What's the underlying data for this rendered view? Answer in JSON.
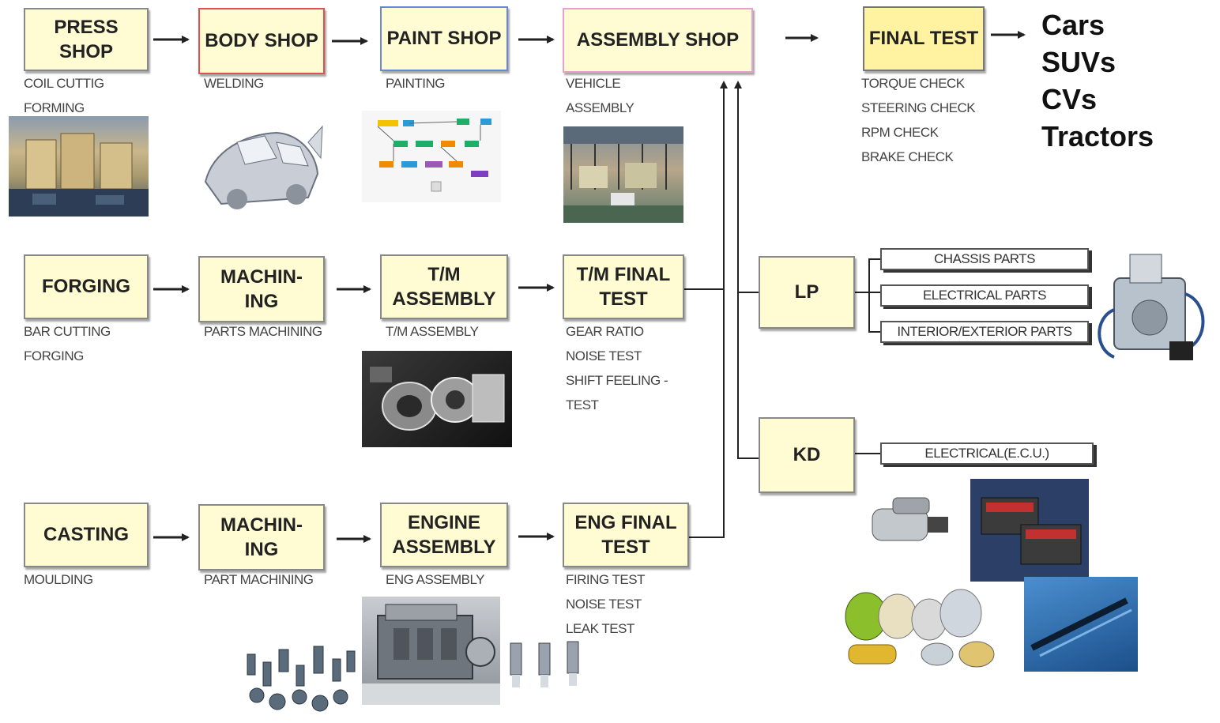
{
  "top_row": {
    "press": {
      "label": "PRESS SHOP",
      "steps": [
        "COIL CUTTIG",
        "FORMING"
      ]
    },
    "body": {
      "label": "BODY SHOP",
      "steps": [
        "WELDING"
      ]
    },
    "paint": {
      "label": "PAINT SHOP",
      "steps": [
        "PAINTING"
      ]
    },
    "assembly": {
      "label": "ASSEMBLY SHOP",
      "steps": [
        "VEHICLE",
        "ASSEMBLY"
      ]
    },
    "final": {
      "label": "FINAL TEST",
      "steps": [
        "TORQUE CHECK",
        "STEERING CHECK",
        "RPM CHECK",
        "BRAKE CHECK"
      ]
    }
  },
  "products": [
    "Cars",
    "SUVs",
    "CVs",
    "Tractors"
  ],
  "middle_row": {
    "forging": {
      "label": "FORGING",
      "steps": [
        "BAR CUTTING",
        "FORGING"
      ]
    },
    "machining": {
      "label": "MACHIN-\nING",
      "steps": [
        "PARTS MACHINING"
      ]
    },
    "tm_asm": {
      "label": "T/M\nASSEMBLY",
      "steps": [
        "T/M ASSEMBLY"
      ]
    },
    "tm_final": {
      "label": "T/M FINAL\nTEST",
      "steps": [
        "GEAR RATIO",
        "NOISE TEST",
        "SHIFT FEELING -",
        "TEST"
      ]
    }
  },
  "bottom_row": {
    "casting": {
      "label": "CASTING",
      "steps": [
        "MOULDING"
      ]
    },
    "machining": {
      "label": "MACHIN-\nING",
      "steps": [
        "PART MACHINING"
      ]
    },
    "eng_asm": {
      "label": "ENGINE\nASSEMBLY",
      "steps": [
        "ENG ASSEMBLY"
      ]
    },
    "eng_final": {
      "label": "ENG FINAL\nTEST",
      "steps": [
        "FIRING TEST",
        "NOISE TEST",
        "LEAK TEST"
      ]
    }
  },
  "suppliers": {
    "lp": {
      "label": "LP",
      "parts": [
        "CHASSIS PARTS",
        "ELECTRICAL PARTS",
        "INTERIOR/EXTERIOR PARTS"
      ]
    },
    "kd": {
      "label": "KD",
      "parts": [
        "ELECTRICAL(E.C.U.)"
      ]
    }
  },
  "colors": {
    "box_fill": "#fffbd2",
    "final_test_fill": "#fff2a0",
    "body_shop_border": "#e05050",
    "paint_shop_border": "#6b86d6",
    "assembly_shop_border": "#e8a0d0",
    "arrow": "#222222"
  }
}
